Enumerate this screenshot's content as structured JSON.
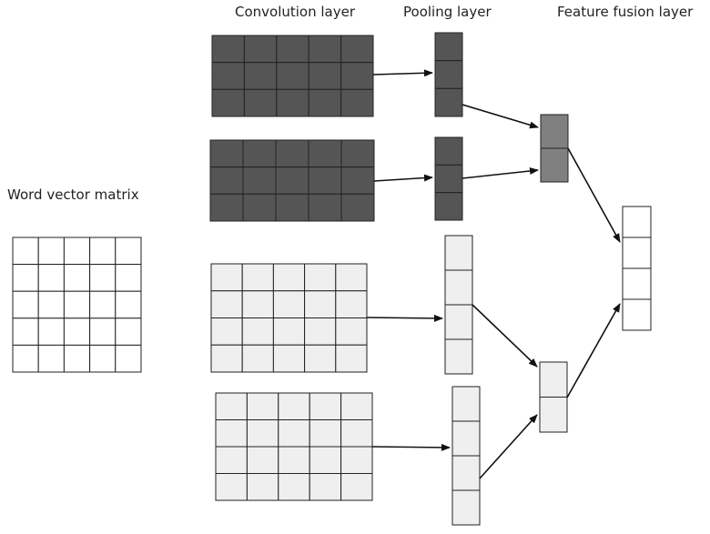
{
  "labels": {
    "convolution": "Convolution layer",
    "pooling": "Pooling layer",
    "fusion": "Feature fusion layer",
    "word_vector": "Word vector matrix"
  },
  "colors": {
    "dark_fill": "#555555",
    "mid_fill": "#808080",
    "light_fill": "#efefef",
    "white_fill": "#ffffff",
    "stroke": "#222222"
  }
}
